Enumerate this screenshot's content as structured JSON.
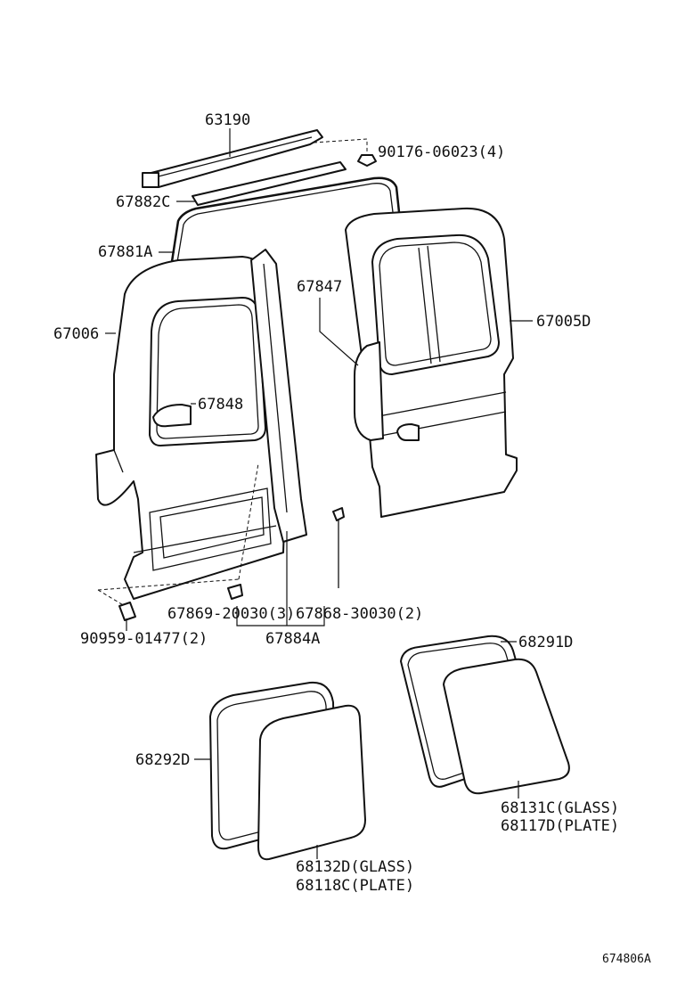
{
  "parts": {
    "p63190": "63190",
    "p90176": "90176-06023(4)",
    "p67882c": "67882C",
    "p67881a": "67881A",
    "p67006": "67006",
    "p67847": "67847",
    "p67005d": "67005D",
    "p67848": "67848",
    "p67869": "67869-20030(3)",
    "p67868": "67868-30030(2)",
    "p67884a": "67884A",
    "p90959": "90959-01477(2)",
    "p68291d": "68291D",
    "p68292d": "68292D",
    "p68131c": "68131C(GLASS)",
    "p68117d": "68117D(PLATE)",
    "p68132d": "68132D(GLASS)",
    "p68118c": "68118C(PLATE)"
  },
  "illustration_code": "674806A"
}
